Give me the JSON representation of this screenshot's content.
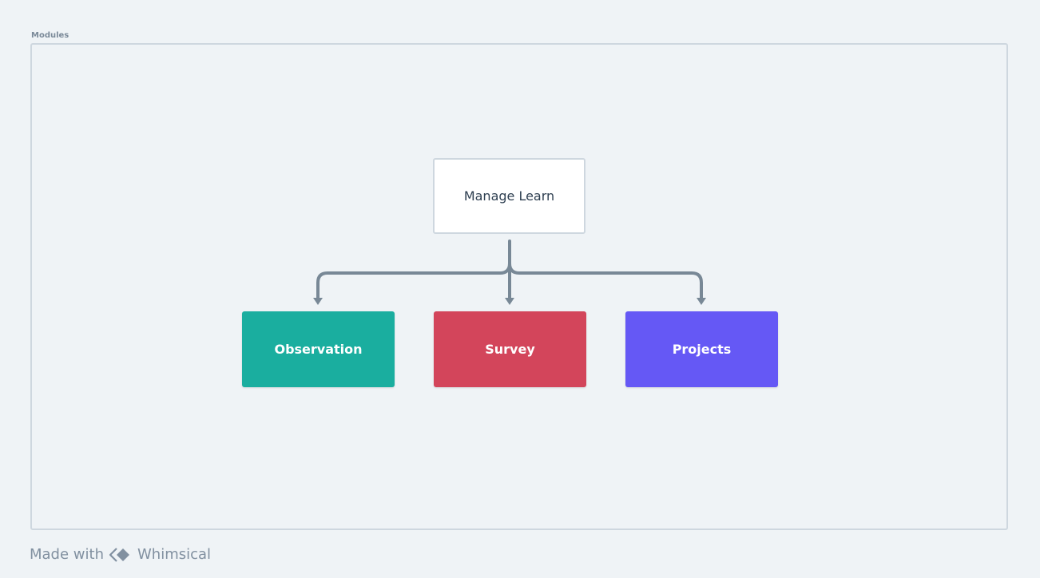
{
  "frame": {
    "label": "Modules"
  },
  "diagram": {
    "root": {
      "label": "Manage Learn"
    },
    "children": [
      {
        "label": "Observation",
        "color": "#1aae9f"
      },
      {
        "label": "Survey",
        "color": "#d3455b"
      },
      {
        "label": "Projects",
        "color": "#6558f5"
      }
    ],
    "connector_color": "#788896"
  },
  "footer": {
    "prefix": "Made with",
    "logo_icon": "whimsical-logo-icon",
    "brand": "Whimsical"
  }
}
